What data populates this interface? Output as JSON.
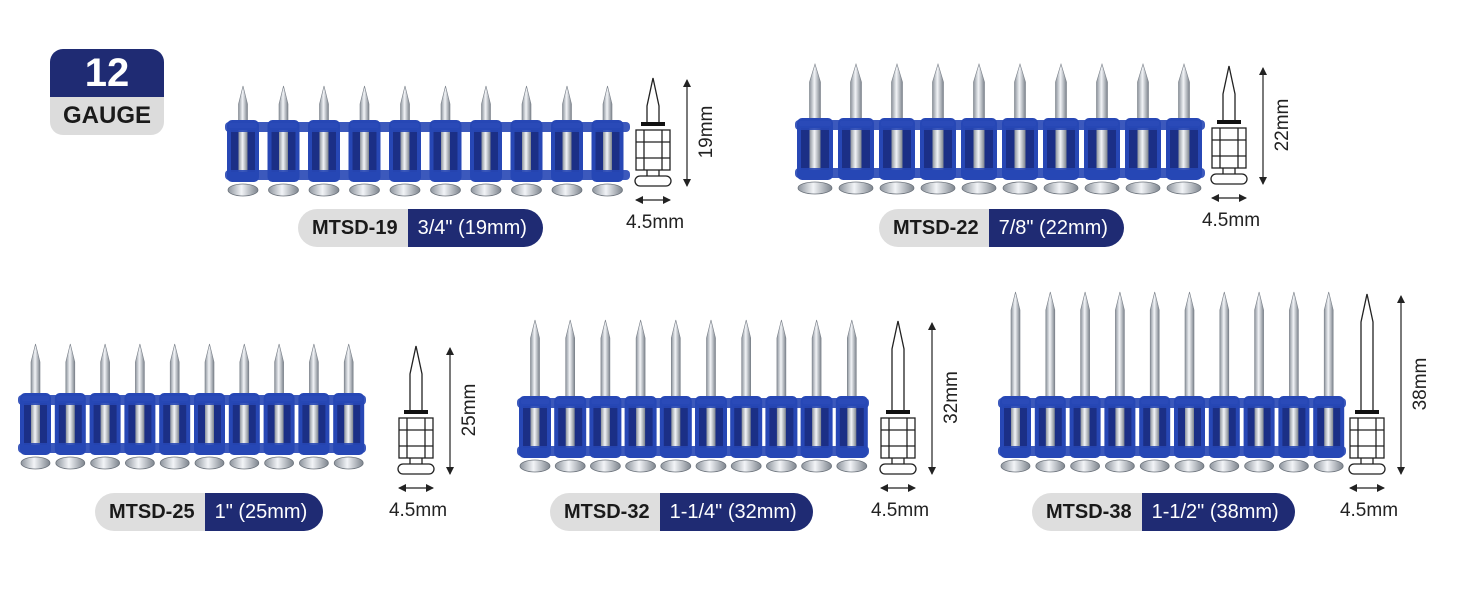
{
  "badge": {
    "number": "12",
    "label": "GAUGE"
  },
  "colors": {
    "navy": "#1f2b73",
    "collar_blue": "#2747b5",
    "pill_gray": "#dedede",
    "steel": "#c7ccd4"
  },
  "products": [
    {
      "model": "MTSD-19",
      "size": "3/4\" (19mm)",
      "length_label": "19mm",
      "diameter_label": "4.5mm",
      "length_mm": 19,
      "pin_count": 10
    },
    {
      "model": "MTSD-22",
      "size": "7/8\" (22mm)",
      "length_label": "22mm",
      "diameter_label": "4.5mm",
      "length_mm": 22,
      "pin_count": 10
    },
    {
      "model": "MTSD-25",
      "size": "1\" (25mm)",
      "length_label": "25mm",
      "diameter_label": "4.5mm",
      "length_mm": 25,
      "pin_count": 10
    },
    {
      "model": "MTSD-32",
      "size": "1-1/4\" (32mm)",
      "length_label": "32mm",
      "diameter_label": "4.5mm",
      "length_mm": 32,
      "pin_count": 10
    },
    {
      "model": "MTSD-38",
      "size": "1-1/2\" (38mm)",
      "length_label": "38mm",
      "diameter_label": "4.5mm",
      "length_mm": 38,
      "pin_count": 10
    }
  ]
}
